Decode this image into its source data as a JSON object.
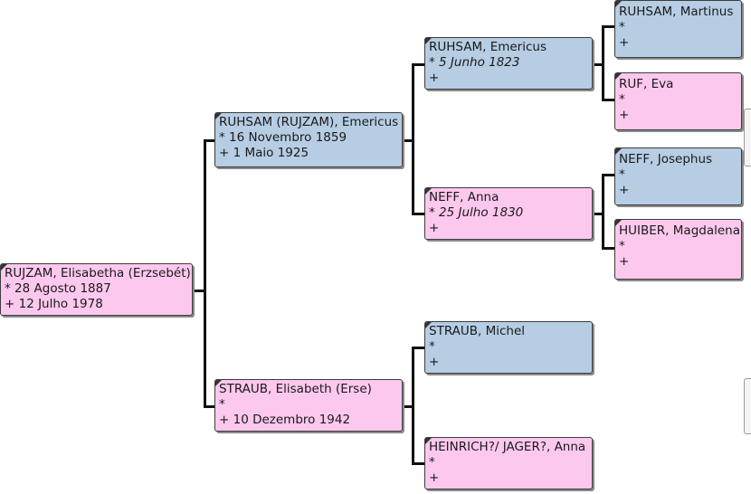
{
  "tree": {
    "root": {
      "name": "RUJZAM, Elisabetha (Erzsebét)",
      "birth": "* 28 Agosto 1887",
      "death": "+ 12 Julho 1978"
    },
    "father": {
      "name": "RUHSAM (RUJZAM), Emericus",
      "birth": "* 16 Novembro 1859",
      "death": "+ 1 Maio 1925"
    },
    "mother": {
      "name": "STRAUB, Elisabeth (Erse)",
      "birth": "*",
      "death": "+ 10 Dezembro 1942"
    },
    "pgf": {
      "name": "RUHSAM, Emericus",
      "birth": "* 5 Junho 1823",
      "death": "+"
    },
    "pgm": {
      "name": "NEFF, Anna",
      "birth": "* 25 Julho 1830",
      "death": "+"
    },
    "mgf": {
      "name": "STRAUB, Michel",
      "birth": "*",
      "death": "+"
    },
    "mgm": {
      "name": "HEINRICH?/ JAGER?, Anna",
      "birth": "*",
      "death": "+"
    },
    "ggf1": {
      "name": "RUHSAM, Martinus",
      "birth": "*",
      "death": "+"
    },
    "ggm1": {
      "name": "RUF, Eva",
      "birth": "*",
      "death": "+"
    },
    "ggf2": {
      "name": "NEFF, Josephus",
      "birth": "*",
      "death": "+"
    },
    "ggm2": {
      "name": "HUIBER, Magdalena",
      "birth": "*",
      "death": "+"
    }
  },
  "colors": {
    "male": "#b6cde4",
    "female": "#fdc8ee",
    "line": "#111111"
  }
}
